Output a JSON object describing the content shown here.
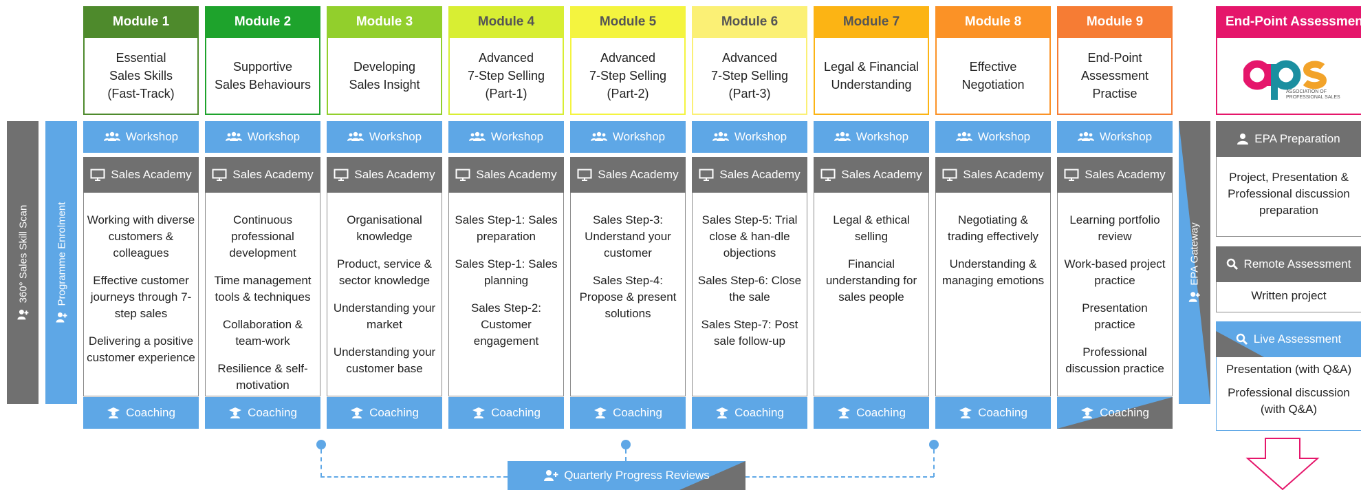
{
  "left_bars": {
    "skill_scan": "360° Sales Skill Scan",
    "enrolment": "Programme Enrolment"
  },
  "modules": [
    {
      "label": "Module 1",
      "title": "Essential\nSales Skills\n(Fast-Track)",
      "head_color": "#4e8a2c",
      "head_text": "#ffffff",
      "items": [
        "Working with diverse customers & colleagues",
        "Effective customer journeys through 7-step sales",
        "Delivering a positive customer experience"
      ]
    },
    {
      "label": "Module 2",
      "title": "Supportive\nSales Behaviours",
      "head_color": "#1ea32c",
      "head_text": "#ffffff",
      "items": [
        "Continuous professional development",
        "Time management tools & techniques",
        "Collaboration & team-work",
        "Resilience & self-motivation"
      ]
    },
    {
      "label": "Module 3",
      "title": "Developing\nSales Insight",
      "head_color": "#92cf2c",
      "head_text": "#ffffff",
      "items": [
        "Organisational knowledge",
        "Product, service & sector knowledge",
        "Understanding your market",
        "Understanding your customer base"
      ]
    },
    {
      "label": "Module 4",
      "title": "Advanced\n7-Step Selling\n(Part-1)",
      "head_color": "#d8ee33",
      "head_text": "#555555",
      "items": [
        "Sales Step-1: Sales preparation",
        "Sales Step-1: Sales planning",
        "Sales Step-2: Customer engagement"
      ]
    },
    {
      "label": "Module 5",
      "title": "Advanced\n7-Step Selling\n(Part-2)",
      "head_color": "#f4f43f",
      "head_text": "#555555",
      "items": [
        "Sales Step-3: Understand your customer",
        "Sales Step-4: Propose & present solutions"
      ]
    },
    {
      "label": "Module 6",
      "title": "Advanced\n7-Step Selling\n(Part-3)",
      "head_color": "#fbf075",
      "head_text": "#555555",
      "items": [
        "Sales Step-5: Trial close & han-dle objections",
        "Sales Step-6: Close the sale",
        "Sales Step-7: Post sale follow-up"
      ]
    },
    {
      "label": "Module 7",
      "title": "Legal & Financial\nUnderstanding",
      "head_color": "#fcb414",
      "head_text": "#555555",
      "items": [
        "Legal & ethical selling",
        "Financial understanding for sales people"
      ]
    },
    {
      "label": "Module 8",
      "title": "Effective\nNegotiation",
      "head_color": "#fb9226",
      "head_text": "#ffffff",
      "items": [
        "Negotiating & trading effectively",
        "Understanding & managing emotions"
      ]
    },
    {
      "label": "Module 9",
      "title": "End-Point\nAssessment\nPractise",
      "head_color": "#f67c34",
      "head_text": "#ffffff",
      "items": [
        "Learning portfolio review",
        "Work-based project practice",
        "Presentation practice",
        "Professional discussion practice"
      ]
    }
  ],
  "labels": {
    "workshop": "Workshop",
    "academy": "Sales Academy",
    "coaching": "Coaching",
    "gateway": "EPA Gateway",
    "quarterly": "Quarterly Progress Reviews"
  },
  "epa": {
    "header": "End-Point Assessment",
    "logo_letters": "aps",
    "logo_text": "ASSOCIATION OF PROFESSIONAL SALES",
    "preparation": {
      "title": "EPA Preparation",
      "body": "Project, Presentation & Professional discussion preparation"
    },
    "remote": {
      "title": "Remote Assessment",
      "body": "Written project"
    },
    "live": {
      "title": "Live Assessment",
      "items": [
        "Presentation (with Q&A)",
        "Professional discussion (with Q&A)"
      ]
    }
  },
  "colors": {
    "blue": "#5ea7e6",
    "grey": "#707070",
    "pink": "#e5166b",
    "border": "#8a8a8a"
  }
}
